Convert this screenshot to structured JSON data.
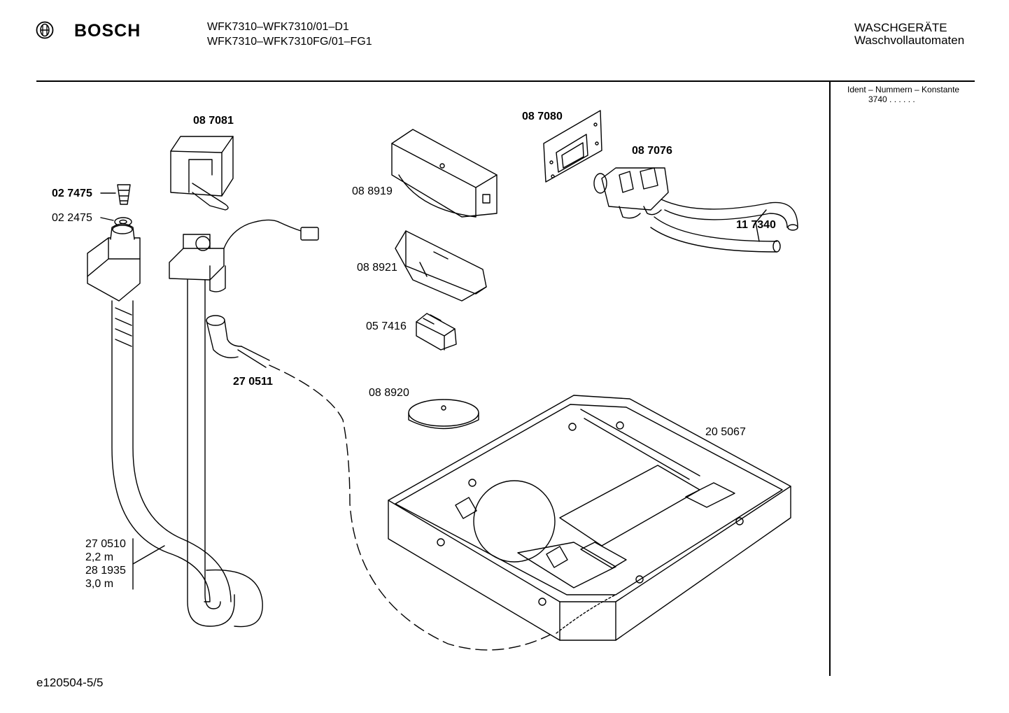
{
  "header": {
    "brand": "BOSCH",
    "model_line_1": "WFK7310–WFK7310/01–D1",
    "model_line_2": "WFK7310–WFK7310FG/01–FG1",
    "category_line_1": "WASCHGERÄTE",
    "category_line_2": "Waschvollautomaten",
    "ident_title": "Ident – Nummern – Konstante",
    "ident_value": "3740  .  .  .  .  .  ."
  },
  "parts": {
    "p087081": "08 7081",
    "p087080": "08 7080",
    "p087076": "08 7076",
    "p088919": "08 8919",
    "p088921": "08 8921",
    "p057416": "05 7416",
    "p088920": "08 8920",
    "p117340": "11 7340",
    "p027475": "02 7475",
    "p022475": "02 2475",
    "p270511": "27 0511",
    "p205067": "20 5067"
  },
  "hose_lengths": {
    "line_1": "27 0510",
    "line_2": "2,2 m",
    "line_3": "28 1935",
    "line_4": "3,0 m"
  },
  "footer": {
    "drawing_id": "e120504-5/5"
  },
  "colors": {
    "ink": "#000000",
    "paper": "#ffffff",
    "shade": "#d9d9d9"
  }
}
